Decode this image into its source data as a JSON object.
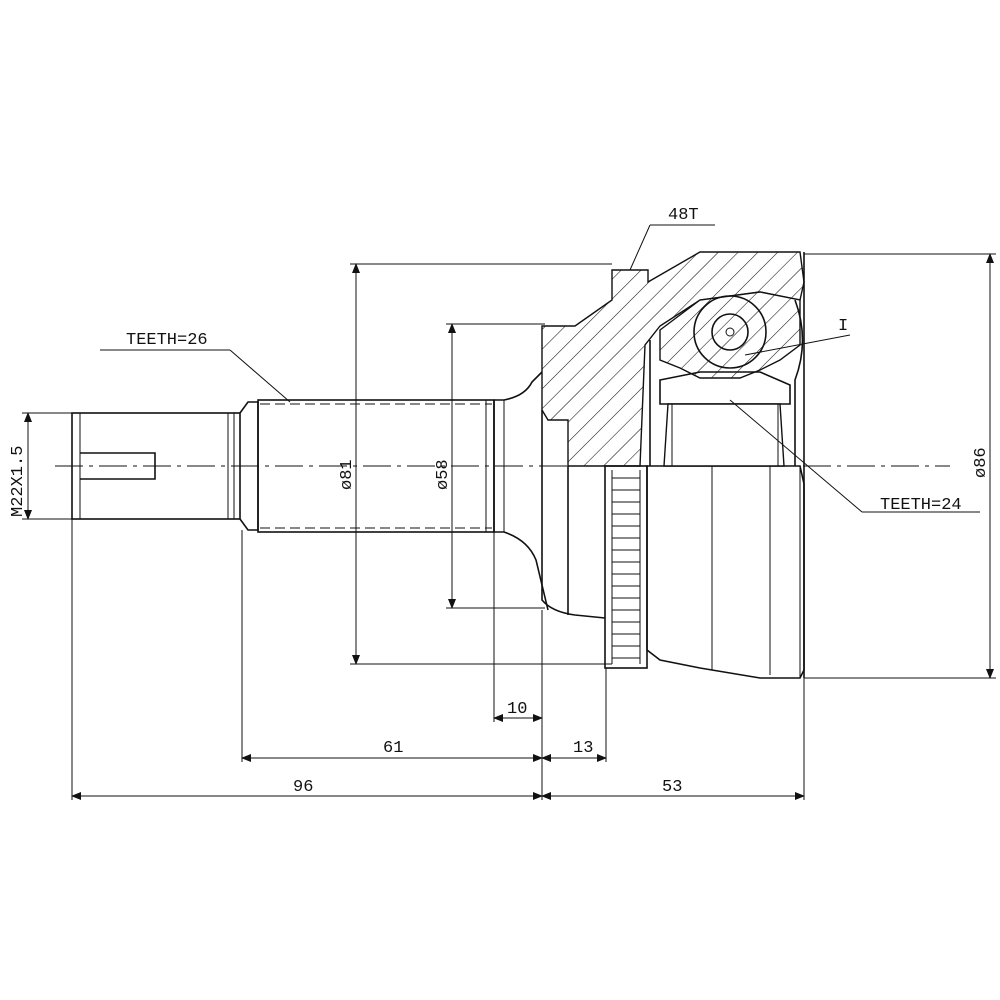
{
  "labels": {
    "thread": "M22X1.5",
    "teeth_outer": "TEETH=26",
    "teeth_inner": "TEETH=24",
    "abs_ring": "48T",
    "detail": "I",
    "dia_81": "ø81",
    "dia_58": "ø58",
    "dia_86": "ø86",
    "dim_10": "10",
    "dim_61": "61",
    "dim_13": "13",
    "dim_96": "96",
    "dim_53": "53"
  }
}
